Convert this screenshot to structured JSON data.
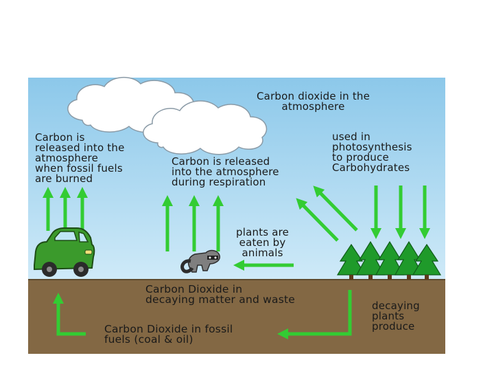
{
  "colors": {
    "sky": "#a9d6ee",
    "cloud": "#ffffff",
    "soil": "#836844",
    "arrow_green": "#33cc33",
    "tree_green": "#1f9a2a",
    "car_green": "#3b9a2c"
  },
  "labels": {
    "atmosphere": "Carbon dioxide in the\natmosphere",
    "fossil_release": "Carbon is\nreleased into the\natmosphere\nwhen fossil fuels\nare burned",
    "respiration": "Carbon is released\ninto the atmosphere\nduring respiration",
    "photosynthesis": "used in\nphotosynthesis\nto produce\nCarbohydrates",
    "eaten": "plants are\neaten by\nanimals",
    "decaying_matter": "Carbon Dioxide in\ndecaying matter and waste",
    "decaying_plants": "decaying\nplants\nproduce",
    "fossil_fuels": "Carbon Dioxide in fossil\nfuels (coal & oil)"
  },
  "icons": [
    "cloud-icon",
    "car-icon",
    "raccoon-icon",
    "pine-tree-icon"
  ]
}
